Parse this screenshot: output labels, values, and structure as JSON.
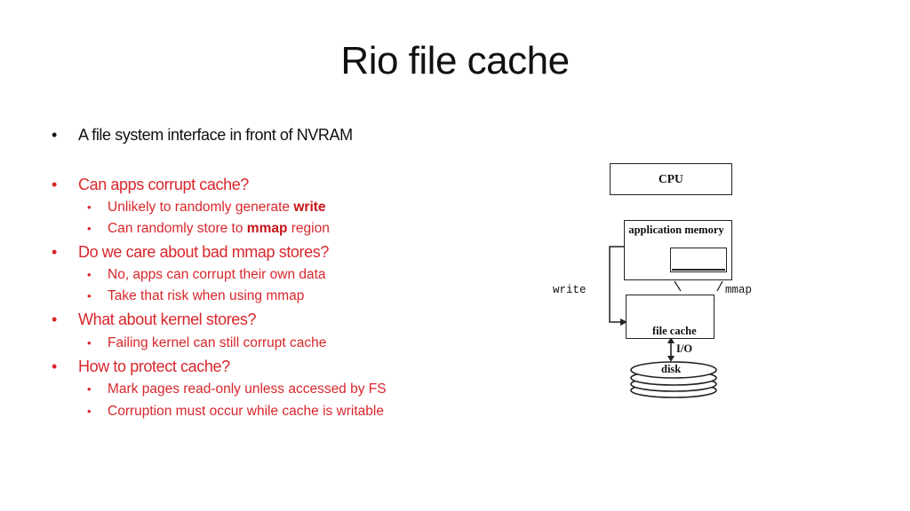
{
  "slide": {
    "title": "Rio file cache",
    "bullets": [
      {
        "text": "A file system interface in front of NVRAM"
      },
      {
        "text": "Can apps corrupt cache?",
        "sub": [
          {
            "pre": "Unlikely to randomly generate ",
            "kw": "write",
            "post": ""
          },
          {
            "pre": "Can randomly store to ",
            "kw": "mmap",
            "post": " region"
          }
        ]
      },
      {
        "text": "Do we care about bad mmap stores?",
        "sub": [
          {
            "pre": "No, apps can corrupt their own data"
          },
          {
            "pre": "Take that risk when using mmap"
          }
        ]
      },
      {
        "text": "What about kernel stores?",
        "sub": [
          {
            "pre": "Failing kernel can still corrupt cache"
          }
        ]
      },
      {
        "text": "How to protect cache?",
        "sub": [
          {
            "pre": "Mark pages read-only unless accessed by FS"
          },
          {
            "pre": "Corruption must occur while cache is writable"
          }
        ]
      }
    ],
    "bullet_glyph": "•"
  },
  "diagram": {
    "cpu": "CPU",
    "app_memory": "application memory",
    "write": "write",
    "mmap": "mmap",
    "file_cache": "file cache",
    "io": "I/O",
    "disk": "disk"
  },
  "colors": {
    "accent_red": "#d9262b",
    "text": "#111111"
  }
}
